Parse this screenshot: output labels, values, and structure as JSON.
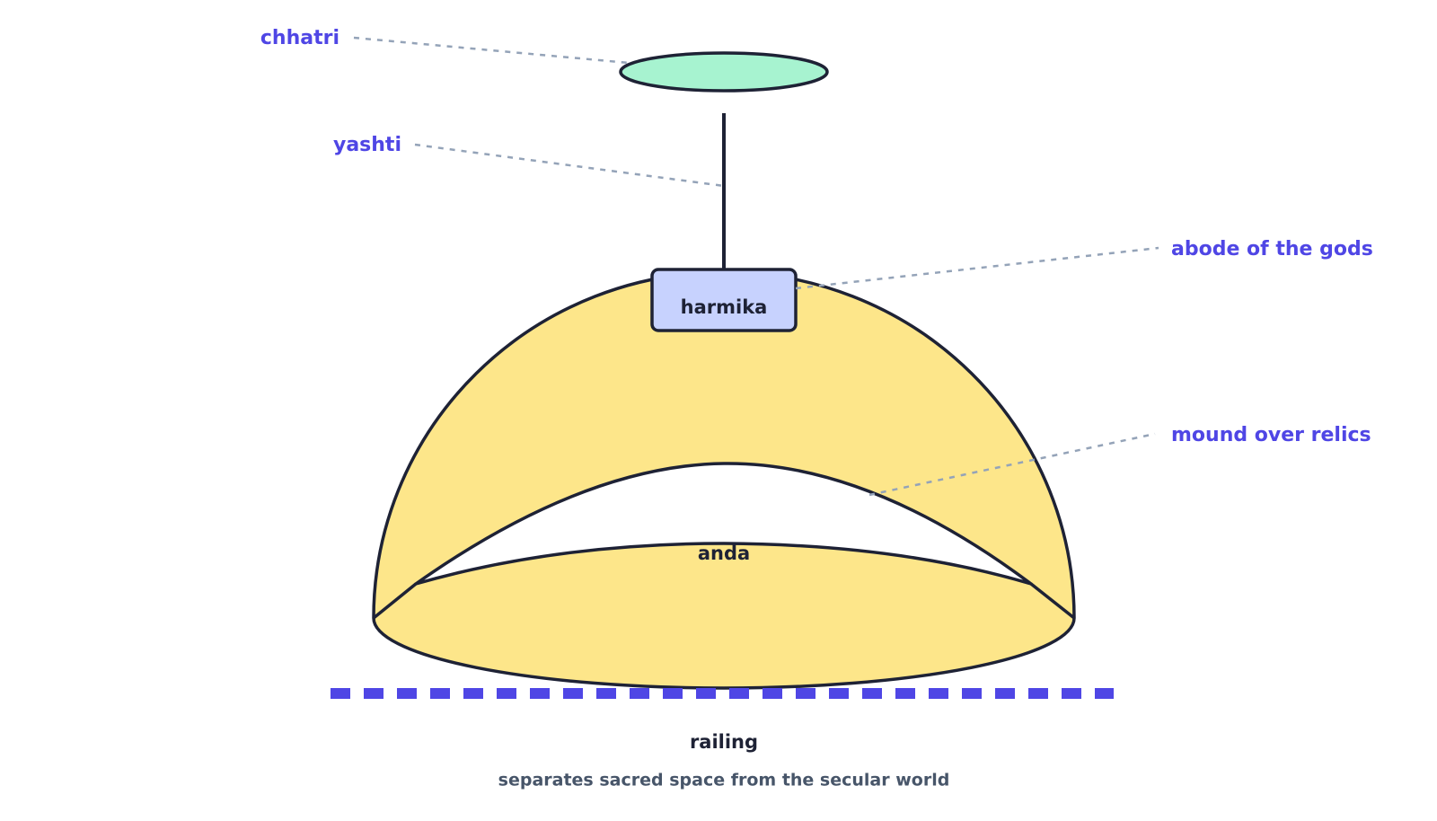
{
  "colors": {
    "outline": "#1e2235",
    "callout": "#4f46e5",
    "leader": "#94a3b8",
    "dome_fill": "#fde68a",
    "chhatri_fill": "#a7f3d0",
    "harmika_fill": "#c7d2fe",
    "railing": "#4f46e5",
    "caption": "#475569",
    "background": "#ffffff"
  },
  "labels": {
    "harmika": "harmika",
    "anda": "anda",
    "railing": "railing",
    "railing_caption": "separates sacred space from the secular world"
  },
  "callouts": {
    "chhatri": "chhatri",
    "yashti": "yashti",
    "harmika_meaning": "abode of the gods",
    "anda_meaning": "mound over relics"
  }
}
